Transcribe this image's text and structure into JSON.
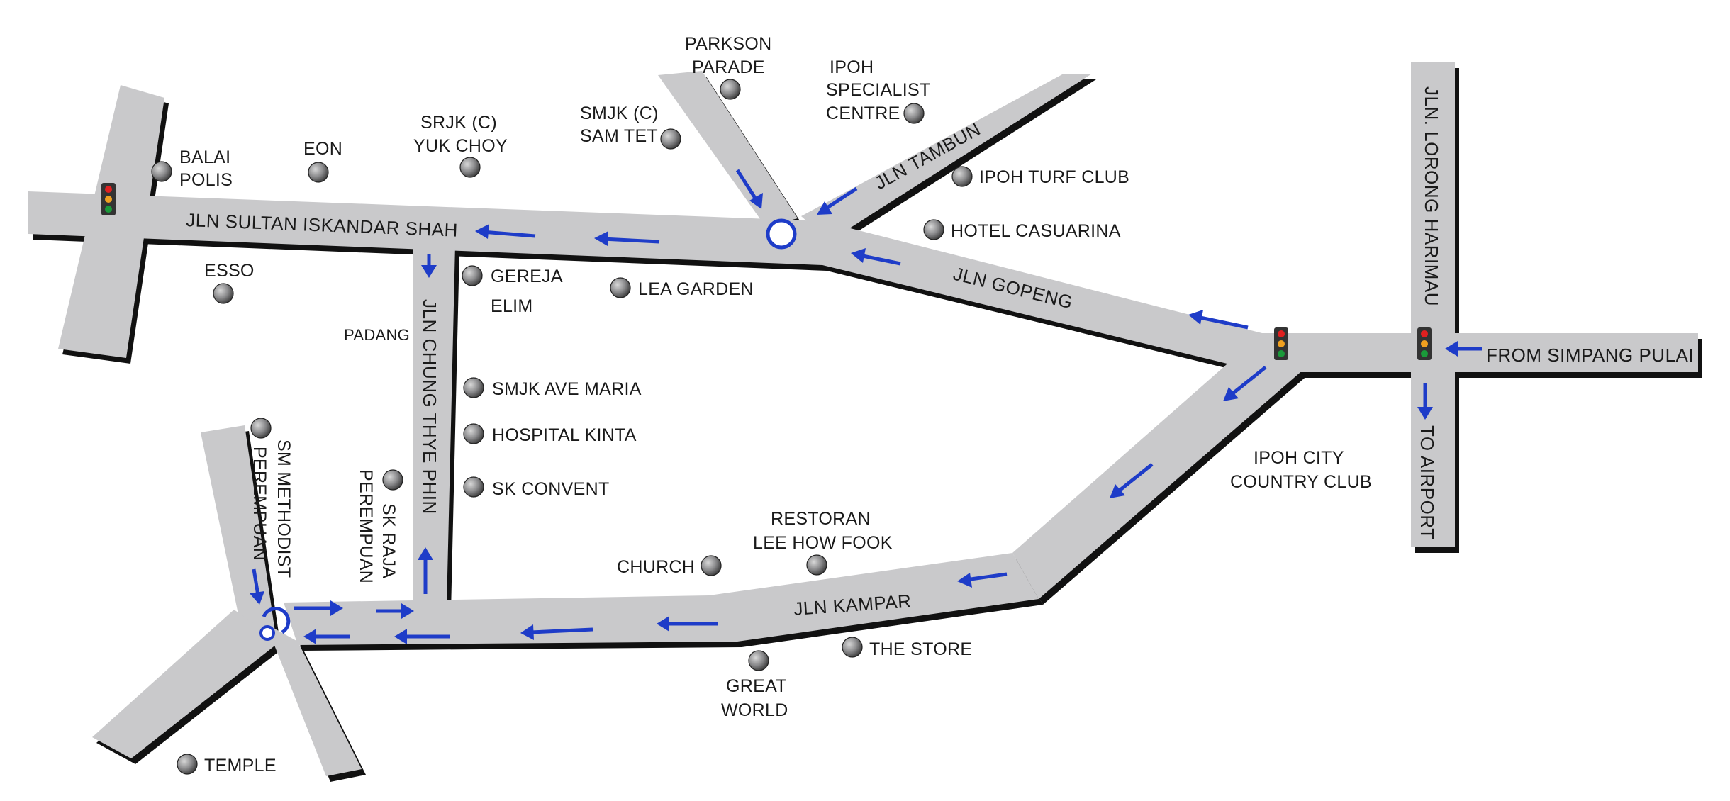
{
  "roads": {
    "sultan_iskandar_shah": "JLN SULTAN ISKANDAR SHAH",
    "tambun": "JLN TAMBUN",
    "gopeng": "JLN GOPENG",
    "chung_thye_phin": "JLN CHUNG THYE PHIN",
    "kampar": "JLN KAMPAR",
    "lorong_harimau": "JLN. LORONG HARIMAU",
    "from_simpang_pulai": "FROM SIMPANG PULAI",
    "to_airport": "TO AIRPORT"
  },
  "landmarks": {
    "balai_polis": [
      "BALAI",
      "POLIS"
    ],
    "eon": "EON",
    "srjk_yuk_choy": [
      "SRJK (C)",
      "YUK CHOY"
    ],
    "smjk_sam_tet": [
      "SMJK (C)",
      "SAM TET"
    ],
    "parkson_parade": [
      "PARKSON",
      "PARADE"
    ],
    "ipoh_specialist_centre": [
      "IPOH",
      "SPECIALIST",
      "CENTRE"
    ],
    "ipoh_turf_club": "IPOH TURF CLUB",
    "hotel_casuarina": "HOTEL CASUARINA",
    "esso": "ESSO",
    "gereja_elim": [
      "GEREJA",
      "ELIM"
    ],
    "lea_garden": "LEA GARDEN",
    "padang": "PADANG",
    "smjk_ave_maria": "SMJK AVE MARIA",
    "hospital_kinta": "HOSPITAL KINTA",
    "sk_convent": "SK CONVENT",
    "sm_methodist_perempuan": [
      "SM METHODIST",
      "PEREMPUAN"
    ],
    "sk_raja_perempuan": [
      "SK RAJA",
      "PEREMPUAN"
    ],
    "ipoh_city_country_club": [
      "IPOH CITY",
      "COUNTRY CLUB"
    ],
    "restoran_lee_how_fook": [
      "RESTORAN",
      "LEE HOW FOOK"
    ],
    "church": "CHURCH",
    "the_store": "THE STORE",
    "great_world": [
      "GREAT",
      "WORLD"
    ],
    "temple": "TEMPLE"
  },
  "colors": {
    "road": "#c9c9cb",
    "road_shadow": "#111111",
    "arrow": "#1e3cc8",
    "marker": "#8a8a8c",
    "traffic_light_red": "#e02020",
    "traffic_light_amber": "#f0a020",
    "traffic_light_green": "#1a9a3a"
  }
}
